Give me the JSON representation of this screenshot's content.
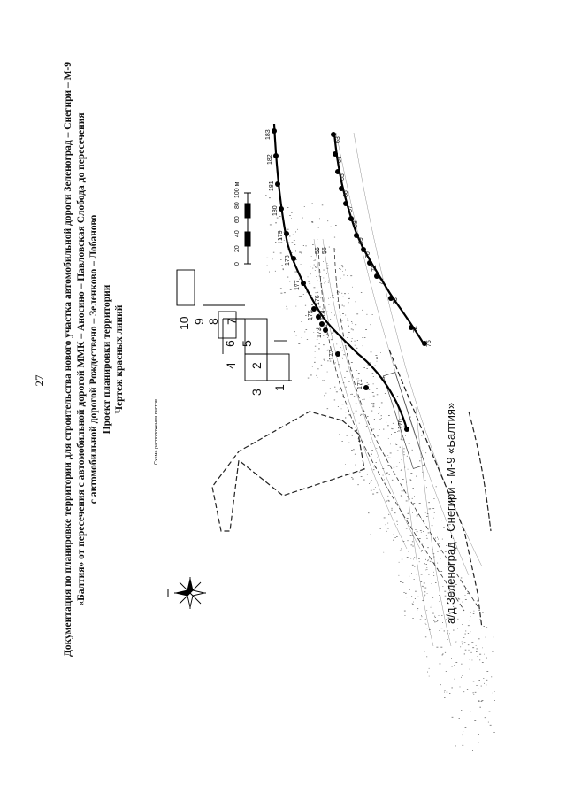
{
  "page_number": "27",
  "header": {
    "lines": [
      "Документация по планировке территории для строительства нового участка автомобильной дороги Зеленоград – Снегири – М-9",
      "«Балтия» от пересечения с автомобильной дорогой ММК – Аносино – Павловская Слобода до пересечения",
      "с автомобильной дорогой Рождествено – Зеленково – Лобаново",
      "Проект планировки территории",
      "Чертеж красных линий"
    ]
  },
  "map": {
    "sheet_scheme_title": "Схема расположения листов",
    "scale_ticks": [
      "0",
      "20",
      "40",
      "60",
      "80",
      "100 м"
    ],
    "road_label": "а/д Зеленоград - Снегири - М-9 «Балтия»",
    "sheet_numbers": [
      "1",
      "2",
      "3",
      "4",
      "5",
      "6",
      "7",
      "8",
      "9",
      "10"
    ],
    "left_line_points": [
      "170",
      "171",
      "172",
      "173",
      "174",
      "175",
      "176",
      "177",
      "178",
      "179",
      "180",
      "181",
      "182",
      "183"
    ],
    "right_line_points": [
      "75",
      "74",
      "73",
      "72",
      "71",
      "70",
      "69",
      "68",
      "67",
      "66",
      "65",
      "64",
      "63"
    ],
    "extra_labels": [
      "55",
      "56"
    ],
    "compass_icon": "compass-rose-icon"
  }
}
